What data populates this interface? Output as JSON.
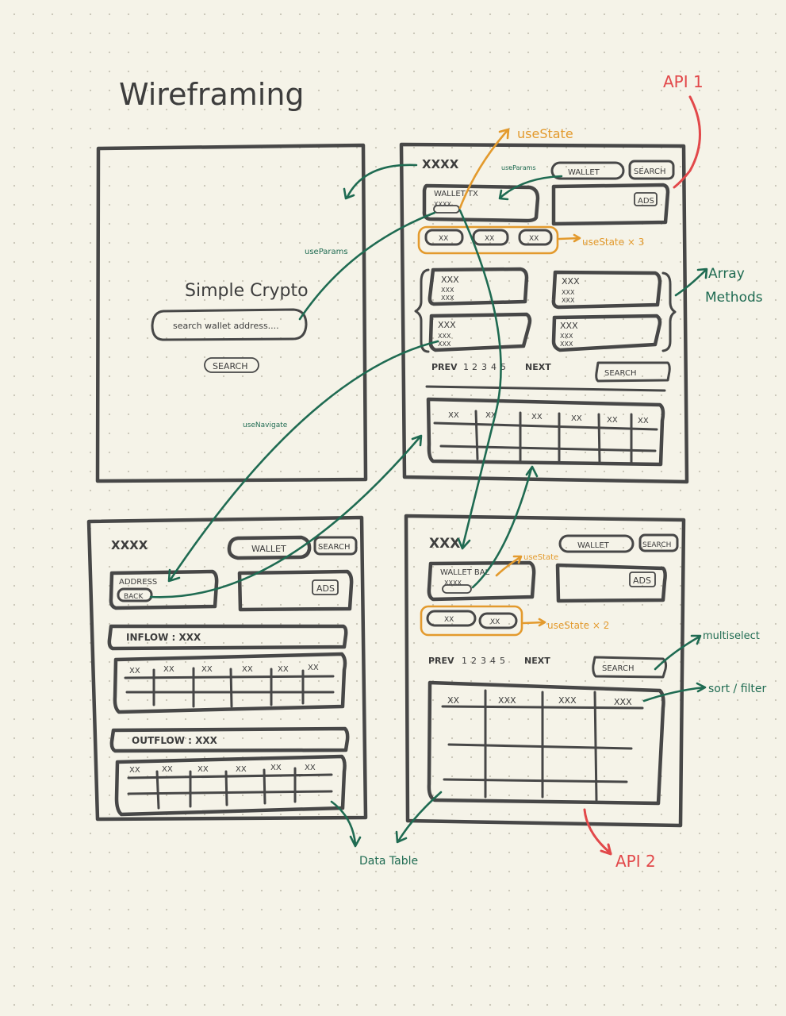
{
  "title": "Wireframing",
  "screen_home": {
    "app_title": "Simple Crypto",
    "search_placeholder": "search wallet address....",
    "search_button": "SEARCH"
  },
  "screen_wallet": {
    "logo": "XXXX",
    "wallet_button": "WALLET",
    "search_button": "SEARCH",
    "wallet_tx": "WALLET TX",
    "wallet_tx_sub": "XXXX",
    "ads": "ADS",
    "tabs": [
      "XX",
      "XX",
      "XX"
    ],
    "cards": [
      {
        "title": "XXX",
        "lines": [
          "XXX",
          "XXX"
        ]
      },
      {
        "title": "XXX",
        "lines": [
          "XXX",
          "XXX"
        ]
      },
      {
        "title": "XXX",
        "lines": [
          "XXX",
          "XXX"
        ]
      },
      {
        "title": "XXX",
        "lines": [
          "XXX",
          "XXX"
        ]
      }
    ],
    "pagination": [
      "PREV",
      "1",
      "2",
      "3",
      "4",
      "5",
      "NEXT"
    ],
    "pagination_search": "SEARCH",
    "table_headers": [
      "XX",
      "XX",
      "XX",
      "XX",
      "XX",
      "XX"
    ]
  },
  "screen_address": {
    "logo": "XXXX",
    "wallet_button": "WALLET",
    "search_button": "SEARCH",
    "address_label": "ADDRESS",
    "back_button": "BACK",
    "ads": "ADS",
    "inflow": "INFLOW : XXX",
    "inflow_headers": [
      "XX",
      "XX",
      "XX",
      "XX",
      "XX",
      "XX"
    ],
    "outflow": "OUTFLOW : XXX",
    "outflow_headers": [
      "XX",
      "XX",
      "XX",
      "XX",
      "XX",
      "XX"
    ]
  },
  "screen_balance": {
    "logo": "XXX",
    "wallet_button": "WALLET",
    "search_button": "SEARCH",
    "wallet_bal": "WALLET BAL",
    "wallet_bal_sub": "XXXX",
    "ads": "ADS",
    "tabs": [
      "XX",
      "XX"
    ],
    "pagination": [
      "PREV",
      "1",
      "2",
      "3",
      "4",
      "5",
      "NEXT"
    ],
    "pagination_search": "SEARCH",
    "table_headers": [
      "XX",
      "XXX",
      "XXX",
      "XXX"
    ]
  },
  "annotations": {
    "api1": "API 1",
    "api2": "API 2",
    "usestate_top": "useState",
    "useparams_small": "useParams",
    "useparams_left": "useParams",
    "usestate_x3": "useState × 3",
    "array_methods_1": "Array",
    "array_methods_2": "Methods",
    "usenavigate": "useNavigate",
    "usestate_small": "useState",
    "usestate_x2": "useState × 2",
    "multiselect": "multiselect",
    "sort_filter": "sort / filter",
    "data_table": "Data Table"
  },
  "colors": {
    "background": "#f5f3e8",
    "ink": "#474747",
    "green": "#1f6b52",
    "orange": "#e39a2d",
    "red": "#e2484a"
  }
}
